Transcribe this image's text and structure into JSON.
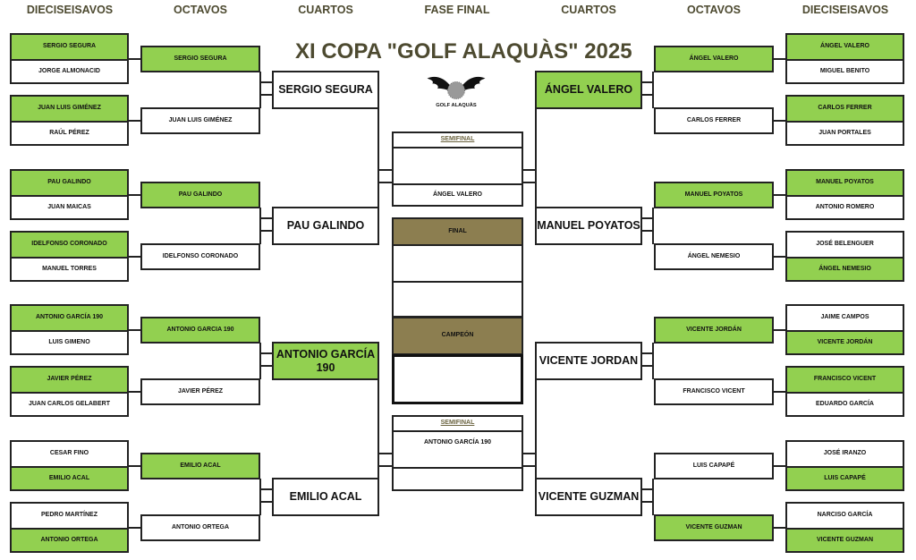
{
  "headers": [
    "DIECISEISAVOS",
    "OCTAVOS",
    "CUARTOS",
    "FASE FINAL",
    "CUARTOS",
    "OCTAVOS",
    "DIECISEISAVOS"
  ],
  "title": "XI COPA \"GOLF ALAQUÀS\" 2025",
  "logo_text": "GOLF ALAQUÀS",
  "colors": {
    "winner": "#92d050",
    "gold": "#8c7e50",
    "title": "#4d4a30"
  },
  "left": {
    "r32": [
      [
        {
          "name": "SERGIO SEGURA",
          "winner": true
        },
        {
          "name": "JORGE ALMONACID",
          "winner": false
        }
      ],
      [
        {
          "name": "JUAN LUIS GIMÉNEZ",
          "winner": true
        },
        {
          "name": "RAÚL PÉREZ",
          "winner": false
        }
      ],
      [
        {
          "name": "PAU GALINDO",
          "winner": true
        },
        {
          "name": "JUAN MAICAS",
          "winner": false
        }
      ],
      [
        {
          "name": "IDELFONSO CORONADO",
          "winner": true
        },
        {
          "name": "MANUEL TORRES",
          "winner": false
        }
      ],
      [
        {
          "name": "ANTONIO GARCÍA 190",
          "winner": true
        },
        {
          "name": "LUIS GIMENO",
          "winner": false
        }
      ],
      [
        {
          "name": "JAVIER PÉREZ",
          "winner": true
        },
        {
          "name": "JUAN CARLOS GELABERT",
          "winner": false
        }
      ],
      [
        {
          "name": "CESAR FINO",
          "winner": false
        },
        {
          "name": "EMILIO ACAL",
          "winner": true
        }
      ],
      [
        {
          "name": "PEDRO MARTÍNEZ",
          "winner": false
        },
        {
          "name": "ANTONIO ORTEGA",
          "winner": true
        }
      ]
    ],
    "octavos": [
      {
        "name": "SERGIO SEGURA",
        "winner": true
      },
      {
        "name": "JUAN LUIS GIMÉNEZ",
        "winner": false
      },
      {
        "name": "PAU GALINDO",
        "winner": true
      },
      {
        "name": "IDELFONSO CORONADO",
        "winner": false
      },
      {
        "name": "ANTONIO GARCIA 190",
        "winner": true
      },
      {
        "name": "JAVIER PÉREZ",
        "winner": false
      },
      {
        "name": "EMILIO ACAL",
        "winner": true
      },
      {
        "name": "ANTONIO ORTEGA",
        "winner": false
      }
    ],
    "cuartos": [
      {
        "name": "SERGIO SEGURA",
        "winner": false
      },
      {
        "name": "PAU GALINDO",
        "winner": false
      },
      {
        "name": "ANTONIO GARCÍA 190",
        "winner": true
      },
      {
        "name": "EMILIO ACAL",
        "winner": false
      }
    ]
  },
  "right": {
    "r32": [
      [
        {
          "name": "ÁNGEL VALERO",
          "winner": true
        },
        {
          "name": "MIGUEL BENITO",
          "winner": false
        }
      ],
      [
        {
          "name": "CARLOS FERRER",
          "winner": true
        },
        {
          "name": "JUAN PORTALES",
          "winner": false
        }
      ],
      [
        {
          "name": "MANUEL POYATOS",
          "winner": true
        },
        {
          "name": "ANTONIO ROMERO",
          "winner": false
        }
      ],
      [
        {
          "name": "JOSÉ BELENGUER",
          "winner": false
        },
        {
          "name": "ÁNGEL NEMESIO",
          "winner": true
        }
      ],
      [
        {
          "name": "JAIME CAMPOS",
          "winner": false
        },
        {
          "name": "VICENTE JORDÁN",
          "winner": true
        }
      ],
      [
        {
          "name": "FRANCISCO VICENT",
          "winner": true
        },
        {
          "name": "EDUARDO GARCÍA",
          "winner": false
        }
      ],
      [
        {
          "name": "JOSÉ IRANZO",
          "winner": false
        },
        {
          "name": "LUIS CAPAPÉ",
          "winner": true
        }
      ],
      [
        {
          "name": "NARCISO GARCÍA",
          "winner": false
        },
        {
          "name": "VICENTE GUZMAN",
          "winner": true
        }
      ]
    ],
    "octavos": [
      {
        "name": "ÁNGEL VALERO",
        "winner": true
      },
      {
        "name": "CARLOS FERRER",
        "winner": false
      },
      {
        "name": "MANUEL POYATOS",
        "winner": true
      },
      {
        "name": "ÁNGEL NEMESIO",
        "winner": false
      },
      {
        "name": "VICENTE JORDÁN",
        "winner": true
      },
      {
        "name": "FRANCISCO VICENT",
        "winner": false
      },
      {
        "name": "LUIS CAPAPÉ",
        "winner": false
      },
      {
        "name": "VICENTE GUZMAN",
        "winner": true
      }
    ],
    "cuartos": [
      {
        "name": "ÁNGEL VALERO",
        "winner": true
      },
      {
        "name": "MANUEL POYATOS",
        "winner": false
      },
      {
        "name": "VICENTE JORDAN",
        "winner": false
      },
      {
        "name": "VICENTE GUZMAN",
        "winner": false
      }
    ]
  },
  "center": {
    "semifinal_label": "SEMIFINAL",
    "semi_top": [
      "",
      "ÁNGEL VALERO"
    ],
    "final_label": "FINAL",
    "final": [
      "",
      ""
    ],
    "champion_label": "CAMPEÓN",
    "champion": "",
    "semi_bottom": [
      "ANTONIO GARCÍA 190",
      ""
    ]
  }
}
